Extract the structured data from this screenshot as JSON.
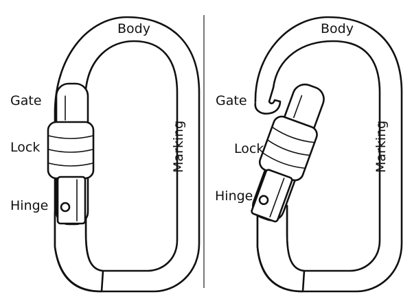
{
  "left": {
    "body": "Body",
    "gate": "Gate",
    "lock": "Lock",
    "hinge": "Hinge",
    "marking": "Marking"
  },
  "right": {
    "body": "Body",
    "gate": "Gate",
    "lock": "Lock",
    "hinge": "Hinge",
    "marking": "Marking"
  },
  "colors": {
    "stroke": "#111111",
    "divider": "#777777",
    "background": "#ffffff"
  }
}
